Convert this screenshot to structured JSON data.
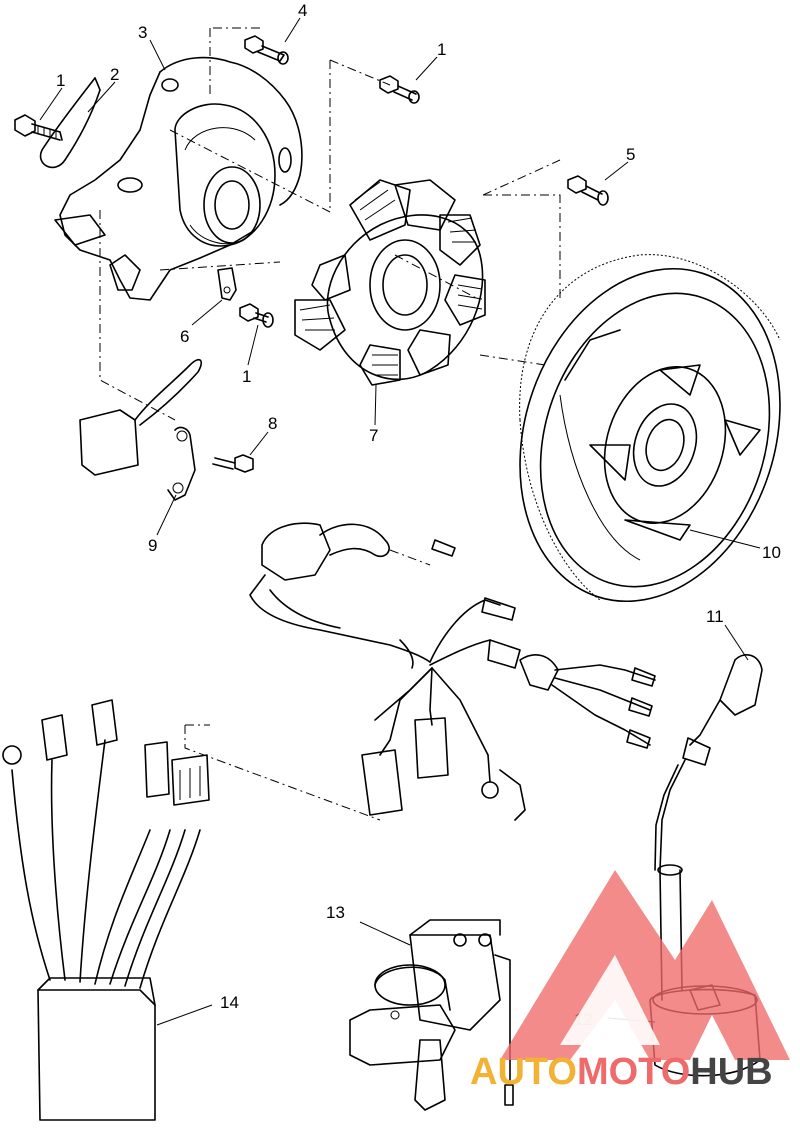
{
  "callouts": {
    "n1a": "1",
    "n1b": "1",
    "n1c": "1",
    "n2": "2",
    "n3": "3",
    "n4": "4",
    "n5": "5",
    "n6": "6",
    "n7": "7",
    "n8": "8",
    "n9": "9",
    "n10": "10",
    "n11": "11",
    "n12": "12",
    "n13": "13",
    "n14": "14"
  },
  "watermark": {
    "part1": "AUTO",
    "part2": "MOTO",
    "part3": "HUB",
    "colors": {
      "auto": "#f2b233",
      "moto": "#ef6a6a",
      "hub": "#444444",
      "triangle": "#ef6a6a"
    }
  }
}
